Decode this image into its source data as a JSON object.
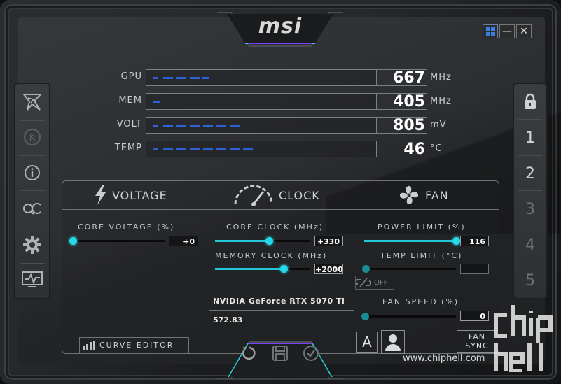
{
  "app": {
    "logo": "msi"
  },
  "window_controls": {
    "minimize": "—",
    "close": "✕"
  },
  "left_sidebar": {
    "items": [
      {
        "icon": "msi-dragon-icon"
      },
      {
        "icon": "k-boost-icon"
      },
      {
        "icon": "info-icon"
      },
      {
        "icon": "oc-scanner-icon"
      },
      {
        "icon": "settings-gear-icon"
      },
      {
        "icon": "monitoring-icon"
      }
    ]
  },
  "right_sidebar": {
    "lock_icon": "lock-icon",
    "profiles": [
      "1",
      "2",
      "3",
      "4",
      "5"
    ]
  },
  "monitor": [
    {
      "label": "GPU",
      "value": "667",
      "unit": "MHz"
    },
    {
      "label": "MEM",
      "value": "405",
      "unit": "MHz"
    },
    {
      "label": "VOLT",
      "value": "805",
      "unit": "mV"
    },
    {
      "label": "TEMP",
      "value": "46",
      "unit": "°C"
    }
  ],
  "voltage": {
    "title": "VOLTAGE",
    "core_voltage_label": "CORE VOLTAGE  (%)",
    "core_voltage_value": "+0",
    "core_voltage_level": 0,
    "curve_editor_label": "CURVE EDITOR"
  },
  "clock": {
    "title": "CLOCK",
    "core_clock_label": "CORE CLOCK  (MHz)",
    "core_clock_value": "+330",
    "memory_clock_label": "MEMORY CLOCK  (MHz)",
    "memory_clock_value": "+2000",
    "gpu_name": "NVIDIA GeForce RTX 5070 Ti",
    "driver_version": "572.83"
  },
  "fan": {
    "title": "FAN",
    "power_limit_label": "POWER LIMIT  (%)",
    "power_limit_value": "116",
    "temp_limit_label": "TEMP LIMIT  (°C)",
    "temp_limit_value": "",
    "link_toggle_label": "OFF",
    "fan_speed_label": "FAN SPEED  (%)",
    "fan_speed_value": "0",
    "auto_label": "A",
    "fan_sync_label_1": "FAN",
    "fan_sync_label_2": "SYNC"
  },
  "bottom_actions": [
    "reset-icon",
    "save-icon",
    "apply-icon"
  ],
  "watermark": {
    "url": "www.chiphell.com",
    "brand": "chiphell"
  },
  "colors": {
    "accent": "#26d9e8",
    "monitor_bar": "#2b62d8",
    "windows_blue": "#3c7fe0"
  }
}
